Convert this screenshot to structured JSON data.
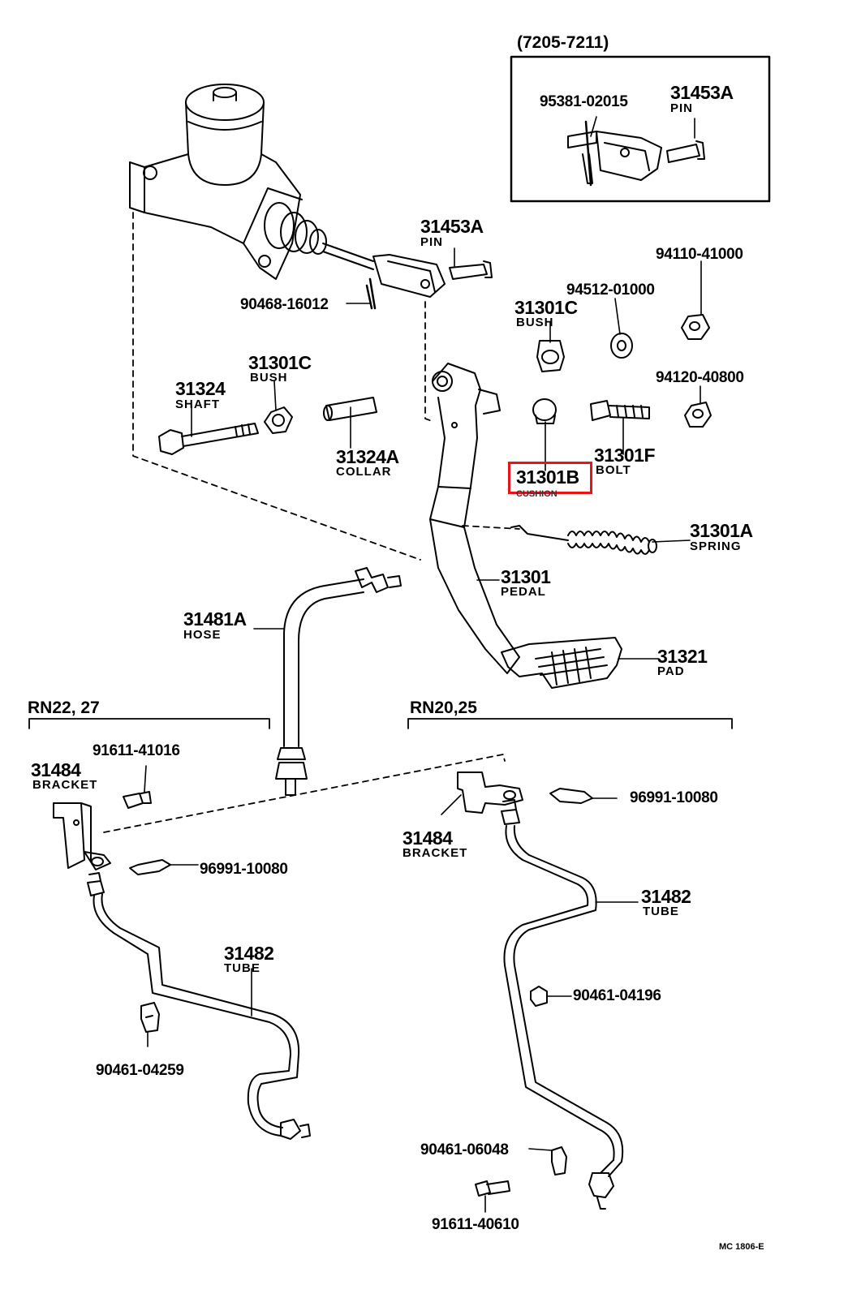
{
  "inset": {
    "title": "(7205-7211)",
    "part_code": "95381-02015",
    "pin_number": "31453A",
    "pin_name": "PIN"
  },
  "parts": {
    "p31453A": {
      "number": "31453A",
      "name": "PIN"
    },
    "p90468": {
      "code": "90468-16012"
    },
    "p31301C_right": {
      "number": "31301C",
      "name": "BUSH"
    },
    "p94512": {
      "code": "94512-01000"
    },
    "p94110": {
      "code": "94110-41000"
    },
    "p94120": {
      "code": "94120-40800"
    },
    "p31324": {
      "number": "31324",
      "name": "SHAFT"
    },
    "p31301C_left": {
      "number": "31301C",
      "name": "BUSH"
    },
    "p31324A": {
      "number": "31324A",
      "name": "COLLAR"
    },
    "p31301B": {
      "number": "31301B",
      "name": "CUSHION"
    },
    "p31301F": {
      "number": "31301F",
      "name": "BOLT"
    },
    "p31301A": {
      "number": "31301A",
      "name": "SPRING"
    },
    "p31301": {
      "number": "31301",
      "name": "PEDAL"
    },
    "p31481A": {
      "number": "31481A",
      "name": "HOSE"
    },
    "p31321": {
      "number": "31321",
      "name": "PAD"
    }
  },
  "left_group": {
    "title": "RN22, 27",
    "p91611": {
      "code": "91611-41016"
    },
    "p31484": {
      "number": "31484",
      "name": "BRACKET"
    },
    "p96991": {
      "code": "96991-10080"
    },
    "p31482": {
      "number": "31482",
      "name": "TUBE"
    },
    "p90461": {
      "code": "90461-04259"
    }
  },
  "right_group": {
    "title": "RN20,25",
    "p31484": {
      "number": "31484",
      "name": "BRACKET"
    },
    "p96991": {
      "code": "96991-10080"
    },
    "p31482": {
      "number": "31482",
      "name": "TUBE"
    },
    "p90461a": {
      "code": "90461-04196"
    },
    "p90461b": {
      "code": "90461-06048"
    },
    "p91611": {
      "code": "91611-40610"
    }
  },
  "footer_code": "MC 1806-E",
  "highlight_color": "#e8141b"
}
